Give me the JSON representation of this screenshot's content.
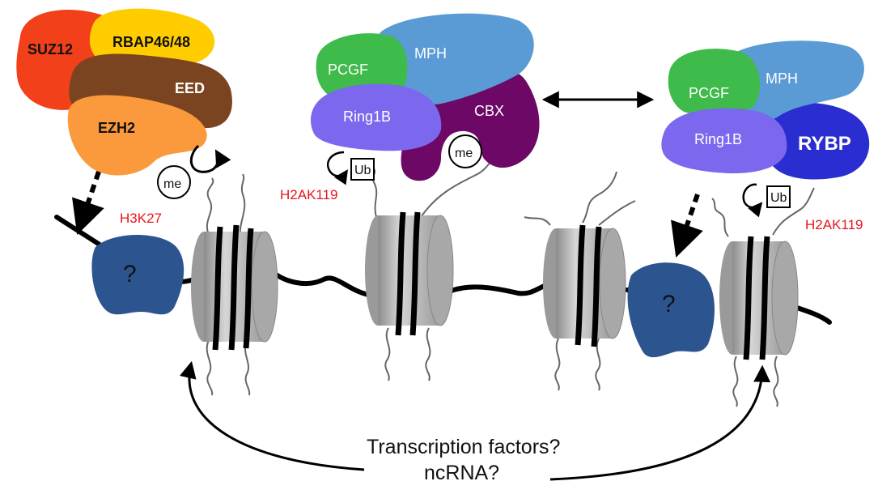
{
  "prc2": {
    "suz12": "SUZ12",
    "rbap": "RBAP46/48",
    "eed": "EED",
    "ezh2": "EZH2"
  },
  "prc1_canonical": {
    "pcgf": "PCGF",
    "mph": "MPH",
    "ring1b": "Ring1B",
    "cbx": "CBX"
  },
  "prc1_variant": {
    "pcgf": "PCGF",
    "mph": "MPH",
    "ring1b": "Ring1B",
    "rybp": "RYBP"
  },
  "marks": {
    "me_left": "me",
    "me_center": "me",
    "ub_left": "Ub",
    "ub_right": "Ub",
    "h3k27": "H3K27",
    "h2ak119_left": "H2AK119",
    "h2ak119_right": "H2AK119"
  },
  "unknown_factor_left": "?",
  "unknown_factor_right": "?",
  "caption": {
    "line1": "Transcription factors?",
    "line2": "ncRNA?"
  },
  "colors": {
    "suz12": "#f2401a",
    "rbap": "#ffcc00",
    "eed": "#7b4420",
    "ezh2": "#fa9a3d",
    "pcgf": "#3ebb4a",
    "mph": "#5b9bd5",
    "ring1b": "#7b68ee",
    "cbx": "#6d0866",
    "rybp": "#2a2dcf",
    "unknown": "#2c5590",
    "nucleosome": "#b4b4b4",
    "mod_label": "#e8141c"
  }
}
